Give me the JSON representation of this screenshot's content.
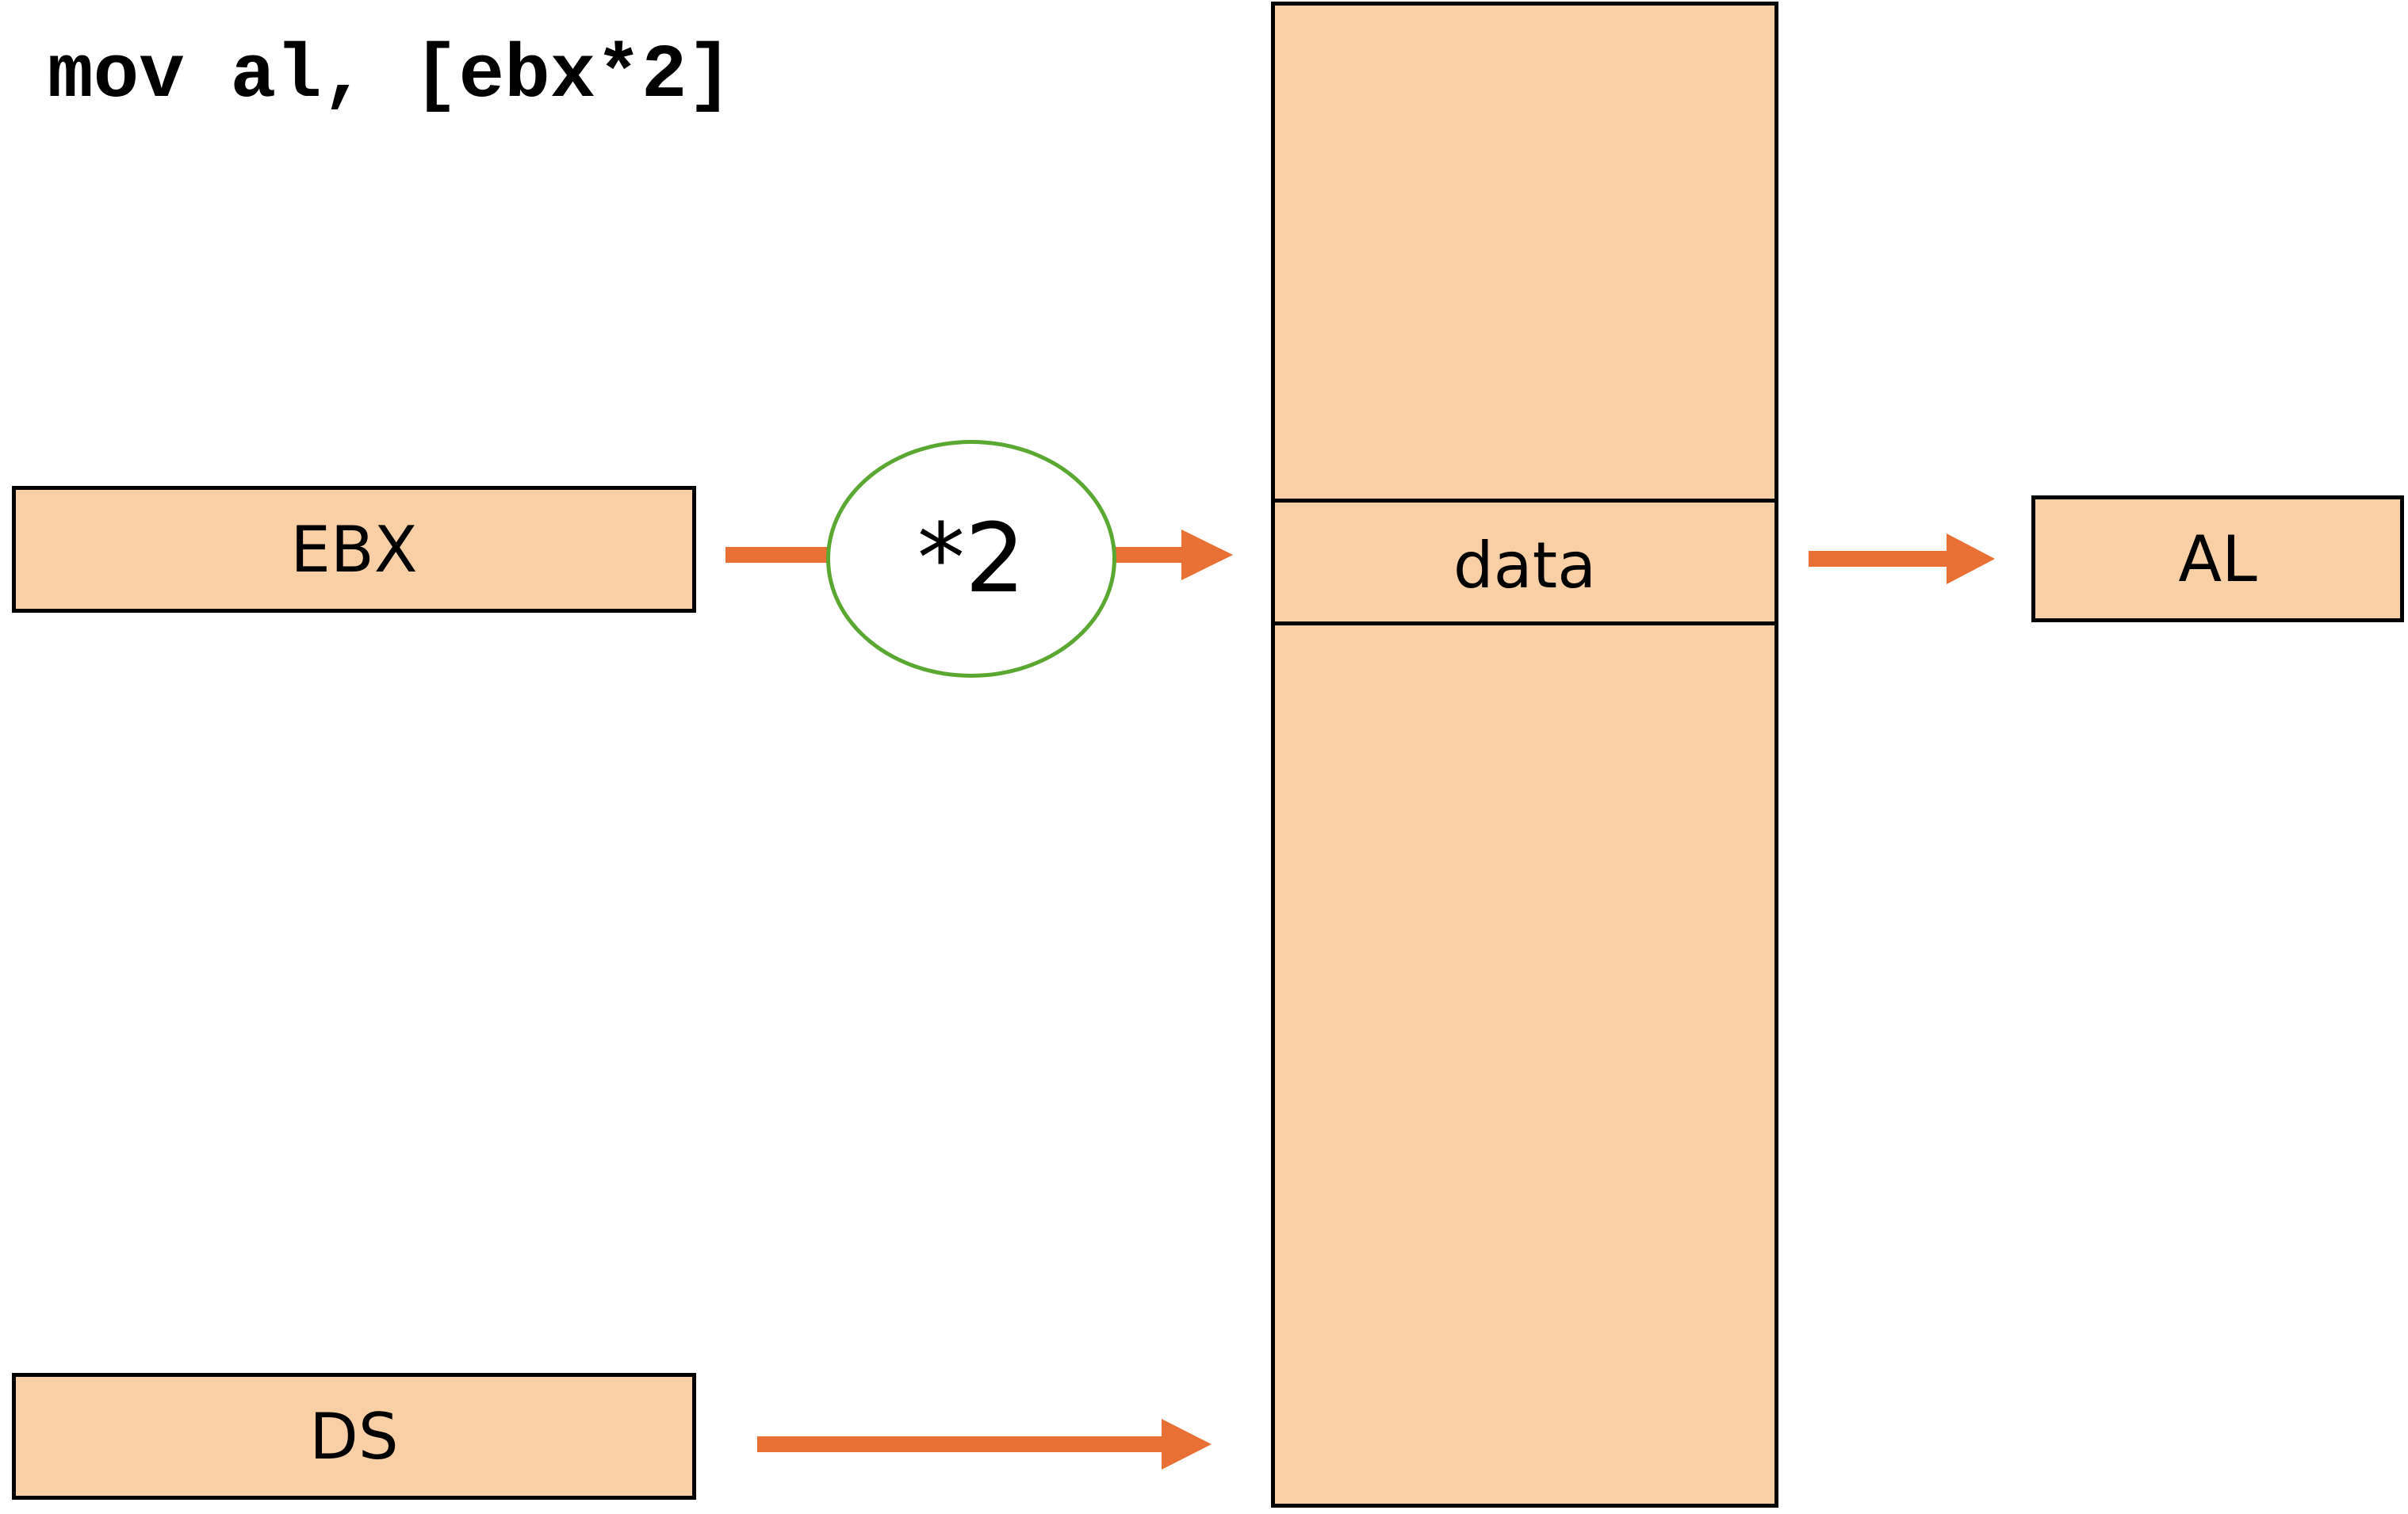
{
  "instruction": "mov al, [ebx*2]",
  "registers": {
    "ebx": "EBX",
    "ds": "DS",
    "al": "AL"
  },
  "scale_op": "*2",
  "memory": {
    "cell_label": "data"
  },
  "colors": {
    "box_fill": "#f9cfa5",
    "arrow": "#e87034",
    "scale_border": "#5aa832",
    "outline": "#000000"
  }
}
